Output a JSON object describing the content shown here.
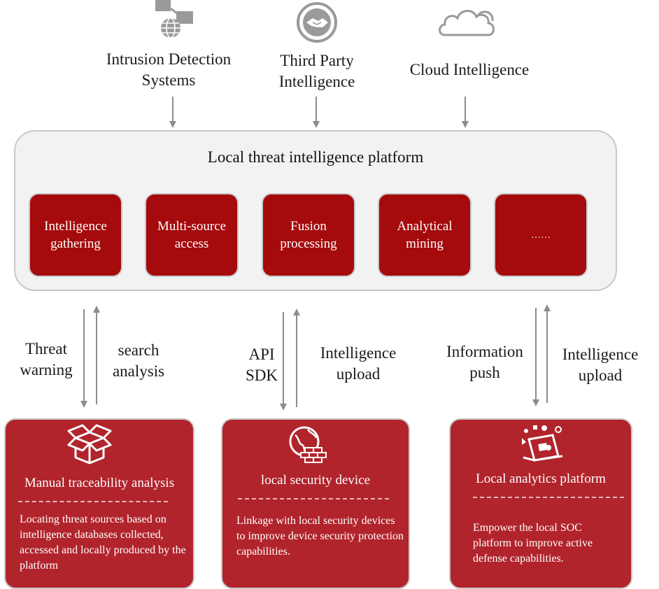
{
  "sources": [
    {
      "label": "Intrusion Detection Systems",
      "icon": "network-globe-icon"
    },
    {
      "label": "Third Party Intelligence",
      "icon": "handshake-icon"
    },
    {
      "label": "Cloud Intelligence",
      "icon": "cloud-icon"
    }
  ],
  "platform": {
    "title": "Local threat intelligence platform",
    "modules": [
      "Intelligence gathering",
      "Multi-source access",
      "Fusion processing",
      "Analytical mining",
      "……"
    ]
  },
  "flows": [
    {
      "down_label": "Threat warning",
      "up_label": "search analysis"
    },
    {
      "down_label": "API SDK",
      "up_label": "Intelligence upload"
    },
    {
      "down_label": "Information push",
      "up_label": "Intelligence upload"
    }
  ],
  "cards": [
    {
      "title": "Manual traceability analysis",
      "icon": "open-box-icon",
      "description": "Locating threat sources based on intelligence databases collected, accessed and locally produced by the platform"
    },
    {
      "title": "local security device",
      "icon": "globe-firewall-icon",
      "description": "Linkage with local security devices to improve device security protection capabilities."
    },
    {
      "title": "Local analytics platform",
      "icon": "laptop-analytics-icon",
      "description": "Empower the local SOC platform to improve active defense capabilities."
    }
  ],
  "colors": {
    "module_red": "#a50a0c",
    "card_red": "#b1242c",
    "icon_gray": "#9a9a9a",
    "arrow_gray": "#8c8c8c",
    "platform_bg": "#f2f2f2"
  }
}
